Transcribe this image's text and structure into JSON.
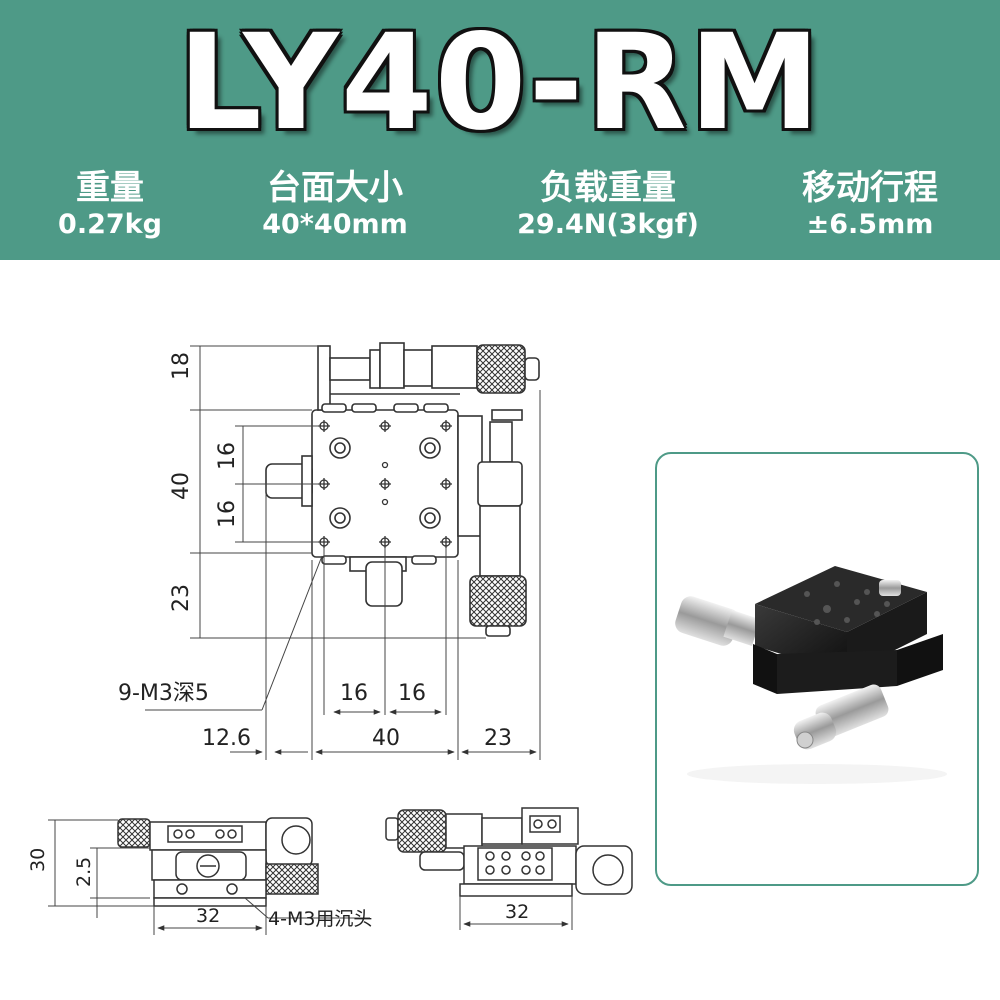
{
  "title": "LY40-RM",
  "specs": [
    {
      "label": "重量",
      "value": "0.27kg"
    },
    {
      "label": "台面大小",
      "value": "40*40mm"
    },
    {
      "label": "负载重量",
      "value": "29.4N(3kgf)"
    },
    {
      "label": "移动行程",
      "value": "±6.5mm"
    }
  ],
  "top_view_dims": {
    "d18": "18",
    "d40_left": "40",
    "d16_a": "16",
    "d16_b": "16",
    "d23_left": "23",
    "holes_note": "9-M3深5",
    "d16_x1": "16",
    "d16_x2": "16",
    "d12_6": "12.6",
    "d40_bottom": "40",
    "d23_bottom": "23"
  },
  "side_view_dims": {
    "d30": "30",
    "d2_5": "2.5",
    "d32_left": "32",
    "mount_note": "4-M3用沉头",
    "d32_right": "32"
  },
  "colors": {
    "header": "#4e9a87",
    "frame": "#4e9a87",
    "line": "#333333"
  }
}
